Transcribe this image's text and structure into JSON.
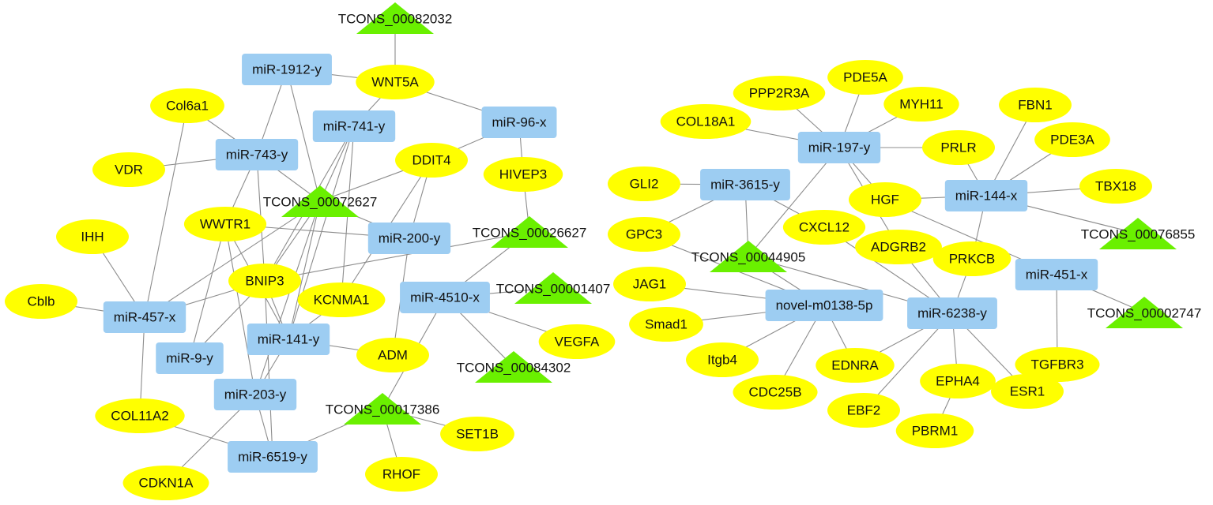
{
  "nodes": [
    {
      "id": "mir1912",
      "label": "miR-1912-y",
      "type": "mirna"
    },
    {
      "id": "mir741",
      "label": "miR-741-y",
      "type": "mirna"
    },
    {
      "id": "mir96",
      "label": "miR-96-x",
      "type": "mirna"
    },
    {
      "id": "mir743",
      "label": "miR-743-y",
      "type": "mirna"
    },
    {
      "id": "mir200",
      "label": "miR-200-y",
      "type": "mirna"
    },
    {
      "id": "mir4510",
      "label": "miR-4510-x",
      "type": "mirna"
    },
    {
      "id": "mir457",
      "label": "miR-457-x",
      "type": "mirna"
    },
    {
      "id": "mir9",
      "label": "miR-9-y",
      "type": "mirna"
    },
    {
      "id": "mir141",
      "label": "miR-141-y",
      "type": "mirna"
    },
    {
      "id": "mir203",
      "label": "miR-203-y",
      "type": "mirna"
    },
    {
      "id": "mir6519",
      "label": "miR-6519-y",
      "type": "mirna"
    },
    {
      "id": "mir197",
      "label": "miR-197-y",
      "type": "mirna"
    },
    {
      "id": "mir3615",
      "label": "miR-3615-y",
      "type": "mirna"
    },
    {
      "id": "mir144",
      "label": "miR-144-x",
      "type": "mirna"
    },
    {
      "id": "mir451",
      "label": "miR-451-x",
      "type": "mirna"
    },
    {
      "id": "mir6238",
      "label": "miR-6238-y",
      "type": "mirna"
    },
    {
      "id": "novel",
      "label": "novel-m0138-5p",
      "type": "mirna"
    },
    {
      "id": "t82032",
      "label": "TCONS_00082032",
      "type": "lncrna"
    },
    {
      "id": "t72627",
      "label": "TCONS_00072627",
      "type": "lncrna"
    },
    {
      "id": "t26627",
      "label": "TCONS_00026627",
      "type": "lncrna"
    },
    {
      "id": "t01407",
      "label": "TCONS_00001407",
      "type": "lncrna"
    },
    {
      "id": "t84302",
      "label": "TCONS_00084302",
      "type": "lncrna"
    },
    {
      "id": "t17386",
      "label": "TCONS_00017386",
      "type": "lncrna"
    },
    {
      "id": "t44905",
      "label": "TCONS_00044905",
      "type": "lncrna"
    },
    {
      "id": "t76855",
      "label": "TCONS_00076855",
      "type": "lncrna"
    },
    {
      "id": "t02747",
      "label": "TCONS_00002747",
      "type": "lncrna"
    },
    {
      "id": "wnt5a",
      "label": "WNT5A",
      "type": "gene"
    },
    {
      "id": "col6a1",
      "label": "Col6a1",
      "type": "gene"
    },
    {
      "id": "vdr",
      "label": "VDR",
      "type": "gene"
    },
    {
      "id": "ddit4",
      "label": "DDIT4",
      "type": "gene"
    },
    {
      "id": "hivep3",
      "label": "HIVEP3",
      "type": "gene"
    },
    {
      "id": "wwtr1",
      "label": "WWTR1",
      "type": "gene"
    },
    {
      "id": "ihh",
      "label": "IHH",
      "type": "gene"
    },
    {
      "id": "bnip3",
      "label": "BNIP3",
      "type": "gene"
    },
    {
      "id": "cblb",
      "label": "Cblb",
      "type": "gene"
    },
    {
      "id": "kcnma1",
      "label": "KCNMA1",
      "type": "gene"
    },
    {
      "id": "vegfa",
      "label": "VEGFA",
      "type": "gene"
    },
    {
      "id": "adm",
      "label": "ADM",
      "type": "gene"
    },
    {
      "id": "col11a2",
      "label": "COL11A2",
      "type": "gene"
    },
    {
      "id": "set1b",
      "label": "SET1B",
      "type": "gene"
    },
    {
      "id": "rhof",
      "label": "RHOF",
      "type": "gene"
    },
    {
      "id": "cdkn1a",
      "label": "CDKN1A",
      "type": "gene"
    },
    {
      "id": "ppp2r3a",
      "label": "PPP2R3A",
      "type": "gene"
    },
    {
      "id": "pde5a",
      "label": "PDE5A",
      "type": "gene"
    },
    {
      "id": "myh11",
      "label": "MYH11",
      "type": "gene"
    },
    {
      "id": "fbn1",
      "label": "FBN1",
      "type": "gene"
    },
    {
      "id": "col18a1",
      "label": "COL18A1",
      "type": "gene"
    },
    {
      "id": "prlr",
      "label": "PRLR",
      "type": "gene"
    },
    {
      "id": "pde3a",
      "label": "PDE3A",
      "type": "gene"
    },
    {
      "id": "gli2",
      "label": "GLI2",
      "type": "gene"
    },
    {
      "id": "hgf",
      "label": "HGF",
      "type": "gene"
    },
    {
      "id": "tbx18",
      "label": "TBX18",
      "type": "gene"
    },
    {
      "id": "gpc3",
      "label": "GPC3",
      "type": "gene"
    },
    {
      "id": "cxcl12",
      "label": "CXCL12",
      "type": "gene"
    },
    {
      "id": "adgrb2",
      "label": "ADGRB2",
      "type": "gene"
    },
    {
      "id": "prkcb",
      "label": "PRKCB",
      "type": "gene"
    },
    {
      "id": "jag1",
      "label": "JAG1",
      "type": "gene"
    },
    {
      "id": "smad1",
      "label": "Smad1",
      "type": "gene"
    },
    {
      "id": "itgb4",
      "label": "Itgb4",
      "type": "gene"
    },
    {
      "id": "ednra",
      "label": "EDNRA",
      "type": "gene"
    },
    {
      "id": "cdc25b",
      "label": "CDC25B",
      "type": "gene"
    },
    {
      "id": "ebf2",
      "label": "EBF2",
      "type": "gene"
    },
    {
      "id": "epha4",
      "label": "EPHA4",
      "type": "gene"
    },
    {
      "id": "esr1",
      "label": "ESR1",
      "type": "gene"
    },
    {
      "id": "pbrm1",
      "label": "PBRM1",
      "type": "gene"
    },
    {
      "id": "tgfbr3",
      "label": "TGFBR3",
      "type": "gene"
    }
  ],
  "edges": [
    [
      "t82032",
      "wnt5a"
    ],
    [
      "mir1912",
      "wnt5a"
    ],
    [
      "mir1912",
      "mir743"
    ],
    [
      "mir1912",
      "t72627"
    ],
    [
      "wnt5a",
      "mir741"
    ],
    [
      "wnt5a",
      "mir96"
    ],
    [
      "mir96",
      "ddit4"
    ],
    [
      "mir96",
      "hivep3"
    ],
    [
      "col6a1",
      "mir743"
    ],
    [
      "col6a1",
      "mir457"
    ],
    [
      "vdr",
      "mir743"
    ],
    [
      "mir743",
      "t72627"
    ],
    [
      "mir743",
      "wwtr1"
    ],
    [
      "mir743",
      "bnip3"
    ],
    [
      "mir741",
      "t72627"
    ],
    [
      "mir741",
      "kcnma1"
    ],
    [
      "mir741",
      "bnip3"
    ],
    [
      "mir741",
      "mir141"
    ],
    [
      "ddit4",
      "t72627"
    ],
    [
      "ddit4",
      "mir200"
    ],
    [
      "ddit4",
      "kcnma1"
    ],
    [
      "hivep3",
      "t26627"
    ],
    [
      "t26627",
      "mir4510"
    ],
    [
      "t26627",
      "bnip3"
    ],
    [
      "mir4510",
      "t01407"
    ],
    [
      "mir4510",
      "vegfa"
    ],
    [
      "mir4510",
      "t84302"
    ],
    [
      "mir4510",
      "t17386"
    ],
    [
      "t72627",
      "mir200"
    ],
    [
      "t72627",
      "bnip3"
    ],
    [
      "t72627",
      "mir457"
    ],
    [
      "t72627",
      "mir141"
    ],
    [
      "t72627",
      "mir203"
    ],
    [
      "wwtr1",
      "mir200"
    ],
    [
      "wwtr1",
      "mir9"
    ],
    [
      "wwtr1",
      "mir141"
    ],
    [
      "wwtr1",
      "mir203"
    ],
    [
      "mir200",
      "adm"
    ],
    [
      "ihh",
      "mir457"
    ],
    [
      "bnip3",
      "mir457"
    ],
    [
      "bnip3",
      "mir9"
    ],
    [
      "bnip3",
      "mir141"
    ],
    [
      "bnip3",
      "mir6519"
    ],
    [
      "cblb",
      "mir457"
    ],
    [
      "mir457",
      "col11a2"
    ],
    [
      "kcnma1",
      "mir141"
    ],
    [
      "mir141",
      "adm"
    ],
    [
      "mir141",
      "mir203"
    ],
    [
      "mir203",
      "mir6519"
    ],
    [
      "mir203",
      "cdkn1a"
    ],
    [
      "col11a2",
      "mir6519"
    ],
    [
      "mir6519",
      "t17386"
    ],
    [
      "t17386",
      "set1b"
    ],
    [
      "t17386",
      "rhof"
    ],
    [
      "ppp2r3a",
      "mir197"
    ],
    [
      "pde5a",
      "mir197"
    ],
    [
      "myh11",
      "mir197"
    ],
    [
      "col18a1",
      "mir197"
    ],
    [
      "mir197",
      "prlr"
    ],
    [
      "mir197",
      "hgf"
    ],
    [
      "mir197",
      "t44905"
    ],
    [
      "mir197",
      "adgrb2"
    ],
    [
      "fbn1",
      "mir144"
    ],
    [
      "pde3a",
      "mir144"
    ],
    [
      "prlr",
      "mir144"
    ],
    [
      "mir144",
      "tbx18"
    ],
    [
      "mir144",
      "hgf"
    ],
    [
      "mir144",
      "t76855"
    ],
    [
      "mir144",
      "prkcb"
    ],
    [
      "gli2",
      "mir3615"
    ],
    [
      "mir3615",
      "gpc3"
    ],
    [
      "mir3615",
      "t44905"
    ],
    [
      "mir3615",
      "cxcl12"
    ],
    [
      "hgf",
      "mir451"
    ],
    [
      "gpc3",
      "novel"
    ],
    [
      "t44905",
      "novel"
    ],
    [
      "t44905",
      "mir6238"
    ],
    [
      "cxcl12",
      "mir6238"
    ],
    [
      "adgrb2",
      "mir6238"
    ],
    [
      "prkcb",
      "mir6238"
    ],
    [
      "mir451",
      "t02747"
    ],
    [
      "mir451",
      "tgfbr3"
    ],
    [
      "jag1",
      "novel"
    ],
    [
      "smad1",
      "novel"
    ],
    [
      "novel",
      "itgb4"
    ],
    [
      "novel",
      "cdc25b"
    ],
    [
      "novel",
      "ednra"
    ],
    [
      "mir6238",
      "ednra"
    ],
    [
      "mir6238",
      "ebf2"
    ],
    [
      "mir6238",
      "epha4"
    ],
    [
      "mir6238",
      "esr1"
    ],
    [
      "epha4",
      "pbrm1"
    ]
  ]
}
